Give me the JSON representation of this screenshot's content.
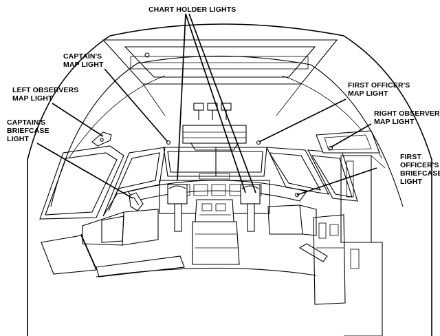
{
  "labels": {
    "chart_holder_lights": "CHART HOLDER LIGHTS",
    "captains_map_light": "CAPTAIN'S\nMAP LIGHT",
    "left_observers_map_light": "LEFT OBSERVERS\nMAP LIGHT",
    "captains_briefcase_light": "CAPTAIN'S\nBRIEFCASE\nLIGHT",
    "first_officers_map_light": "FIRST OFFICER'S\nMAP LIGHT",
    "right_observers_map_light": "RIGHT OBSERVERS\nMAP LIGHT",
    "first_officers_briefcase_light": "FIRST\nOFFICER'S\nBRIEFCASE\nLIGHT"
  },
  "colors": {
    "line": "#000000",
    "background": "#ffffff"
  }
}
